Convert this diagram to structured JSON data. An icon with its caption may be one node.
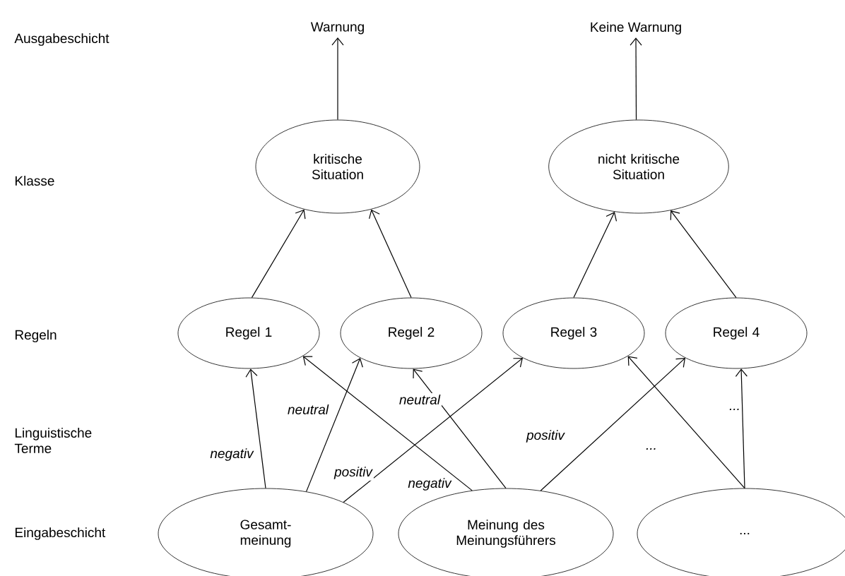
{
  "diagram": {
    "nodes": [
      {
        "text": [
          "Warnung"
        ]
      },
      {
        "text": [
          "Keine Warnung"
        ]
      },
      {
        "text": [
          "kritische Situation"
        ]
      },
      {
        "text": [
          "nicht kritische Situation"
        ]
      },
      {
        "text": [
          "Regel 1"
        ]
      },
      {
        "text": [
          "Regel 2"
        ]
      },
      {
        "text": [
          "Regel 3"
        ]
      },
      {
        "text": [
          "Regel 4"
        ]
      },
      {
        "text": [
          "Gesamt- meinung"
        ]
      },
      {
        "text": [
          "Meinung des Meinungsführers"
        ]
      },
      {
        "text": [
          "..."
        ]
      }
    ],
    "edges": [
      {
        "from": 2,
        "to": 0,
        "arrow": "to"
      },
      {
        "from": 3,
        "to": 1,
        "arrow": "to"
      },
      {
        "from": 4,
        "to": 2,
        "arrow": "to"
      },
      {
        "from": 5,
        "to": 2,
        "arrow": "to"
      },
      {
        "from": 6,
        "to": 3,
        "arrow": "to"
      },
      {
        "from": 7,
        "to": 3,
        "arrow": "to"
      },
      {
        "from": 8,
        "to": 4,
        "arrow": "to",
        "label": "negativ"
      },
      {
        "from": 8,
        "to": 5,
        "arrow": "to",
        "label": "neutral"
      },
      {
        "from": 8,
        "to": 6,
        "arrow": "to",
        "label": "positiv"
      },
      {
        "from": 9,
        "to": 4,
        "arrow": "to",
        "label": "negativ"
      },
      {
        "from": 9,
        "to": 5,
        "arrow": "to",
        "label": "neutral"
      },
      {
        "from": 9,
        "to": 7,
        "arrow": "to",
        "label": "positiv"
      },
      {
        "from": 10,
        "to": 6,
        "arrow": "to",
        "label": "..."
      },
      {
        "from": 10,
        "to": 7,
        "arrow": "to",
        "label": "..."
      }
    ],
    "labels": [
      "Ausgabeschicht",
      "Klasse",
      "Regeln",
      "Linguistische Terme",
      "Eingabeschicht"
    ]
  }
}
